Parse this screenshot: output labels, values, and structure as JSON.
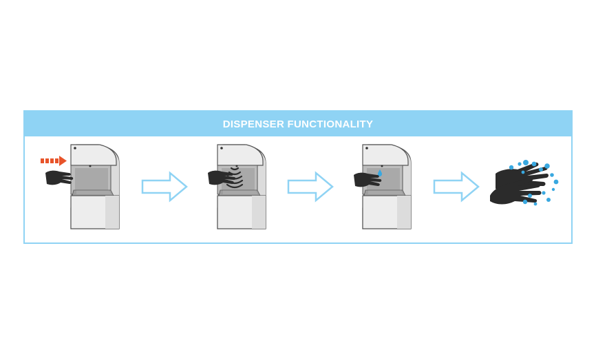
{
  "panel": {
    "title": "DISPENSER FUNCTIONALITY",
    "colors": {
      "frame": "#8fd3f4",
      "dispenser_body": "#ededed",
      "dispenser_side": "#dcdcdc",
      "outline": "#555555",
      "hand": "#2b2b2b",
      "motion_arrow": "#e8542a",
      "soap_droplets": "#39a8e0",
      "step_arrow": "#8fd3f4"
    }
  },
  "steps": [
    {
      "id": "step-1",
      "icons": [
        "hand-icon",
        "motion-arrow-icon",
        "dispenser-icon"
      ]
    },
    {
      "id": "step-2",
      "icons": [
        "hand-icon",
        "sensor-waves-icon",
        "dispenser-icon"
      ]
    },
    {
      "id": "step-3",
      "icons": [
        "hand-icon",
        "soap-drop-icon",
        "dispenser-icon"
      ]
    },
    {
      "id": "step-4",
      "icons": [
        "washing-hands-icon",
        "soap-bubbles-icon"
      ]
    }
  ],
  "connectors": [
    "arrow-right-icon",
    "arrow-right-icon",
    "arrow-right-icon"
  ]
}
